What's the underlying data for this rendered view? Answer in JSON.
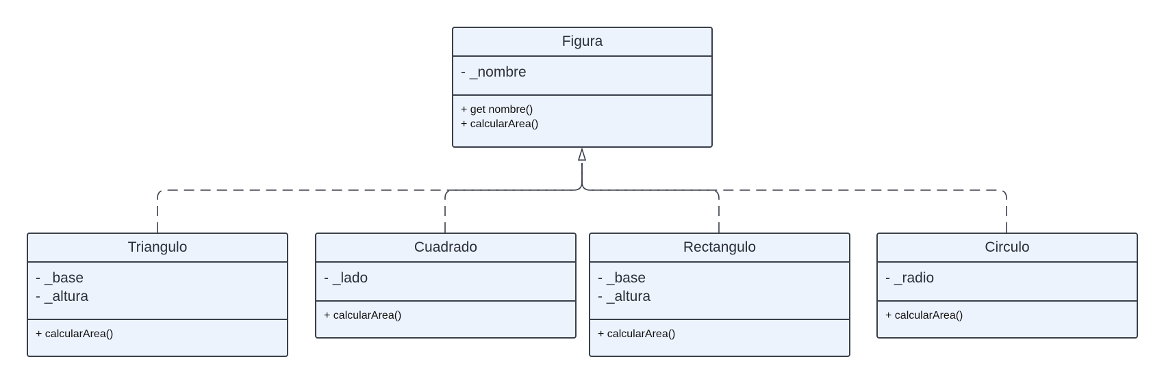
{
  "diagram": {
    "classes": [
      {
        "id": "figura",
        "name": "Figura",
        "attributes": [
          "- _nombre"
        ],
        "methods": [
          "+ get nombre()",
          "+ calcularArea()"
        ]
      },
      {
        "id": "triangulo",
        "name": "Triangulo",
        "attributes": [
          "- _base",
          "- _altura"
        ],
        "methods": [
          "+ calcularArea()"
        ]
      },
      {
        "id": "cuadrado",
        "name": "Cuadrado",
        "attributes": [
          "- _lado"
        ],
        "methods": [
          "+ calcularArea()"
        ]
      },
      {
        "id": "rectangulo",
        "name": "Rectangulo",
        "attributes": [
          "- _base",
          "- _altura"
        ],
        "methods": [
          "+ calcularArea()"
        ]
      },
      {
        "id": "circulo",
        "name": "Circulo",
        "attributes": [
          "- _radio"
        ],
        "methods": [
          "+ calcularArea()"
        ]
      }
    ],
    "relations": [
      {
        "type": "realization",
        "from": "triangulo",
        "to": "figura"
      },
      {
        "type": "realization",
        "from": "cuadrado",
        "to": "figura"
      },
      {
        "type": "realization",
        "from": "rectangulo",
        "to": "figura"
      },
      {
        "type": "realization",
        "from": "circulo",
        "to": "figura"
      }
    ],
    "colors": {
      "box_fill": "#edf3fd",
      "border": "#3a3f4b",
      "text": "#2b2f38",
      "method_text": "#111111"
    }
  }
}
